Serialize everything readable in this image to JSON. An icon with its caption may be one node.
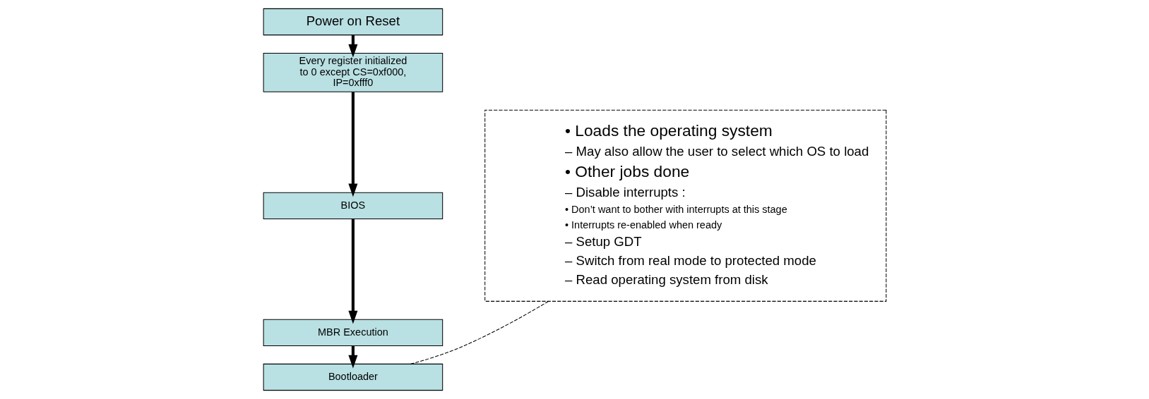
{
  "diagram": {
    "nodes": [
      {
        "text": [
          "Power on Reset"
        ]
      },
      {
        "text": [
          "Every register initialized to 0 except CS=0xf000, IP=0xfff0"
        ]
      },
      {
        "text": [
          "BIOS"
        ]
      },
      {
        "text": [
          "MBR Execution"
        ]
      },
      {
        "text": [
          "Bootloader"
        ]
      },
      {
        "text": [
          "• Loads the operating system",
          "– May also allow the user to select which OS to load",
          "• Other jobs done",
          "– Disable interrupts :",
          "• Don’t want to bother with interrupts at this stage",
          "• Interrupts re-enabled when ready",
          "– Setup GDT",
          "– Switch from real mode to protected mode",
          "– Read operating system from disk"
        ]
      }
    ],
    "edges": [
      {
        "from": 0,
        "to": 1,
        "arrow": "to"
      },
      {
        "from": 1,
        "to": 2,
        "arrow": "to"
      },
      {
        "from": 2,
        "to": 3,
        "arrow": "to"
      },
      {
        "from": 3,
        "to": 4,
        "arrow": "to"
      },
      {
        "from": 4,
        "to": 5,
        "arrow": "none",
        "style": "dashed"
      }
    ]
  }
}
